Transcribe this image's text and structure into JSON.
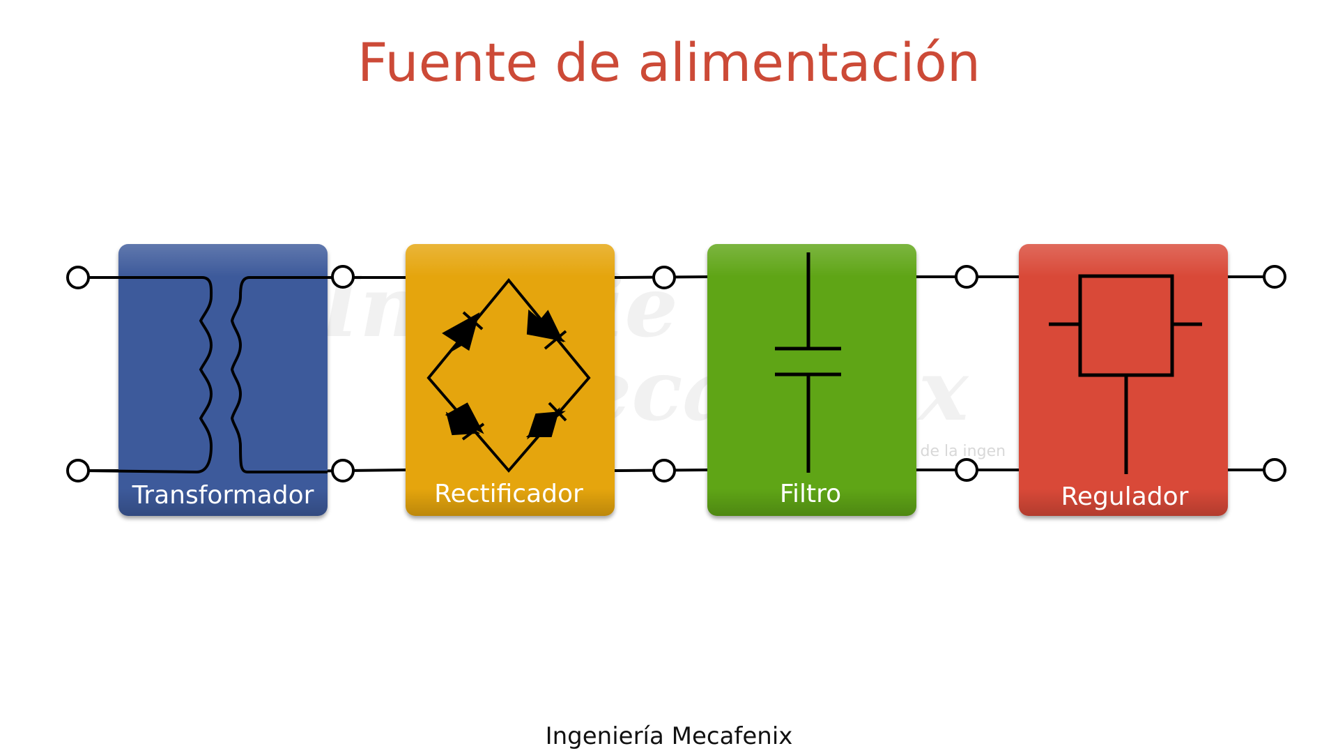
{
  "title": "Fuente de alimentación",
  "footer": "Ingeniería Mecafenix",
  "watermark": {
    "line1": "Ingenie",
    "line2": "ecafenix",
    "tagline": "a de la ingen"
  },
  "blocks": [
    {
      "label": "Transformador",
      "color": "#3d5a9b",
      "icon": "transformer-symbol"
    },
    {
      "label": "Rectificador",
      "color": "#e5a50f",
      "icon": "bridge-rectifier-symbol"
    },
    {
      "label": "Filtro",
      "color": "#5fa513",
      "icon": "capacitor-symbol"
    },
    {
      "label": "Regulador",
      "color": "#d94a39",
      "icon": "regulator-symbol"
    }
  ],
  "colors": {
    "title": "#cc4a37",
    "wire": "#000000",
    "terminal_fill": "#ffffff"
  }
}
